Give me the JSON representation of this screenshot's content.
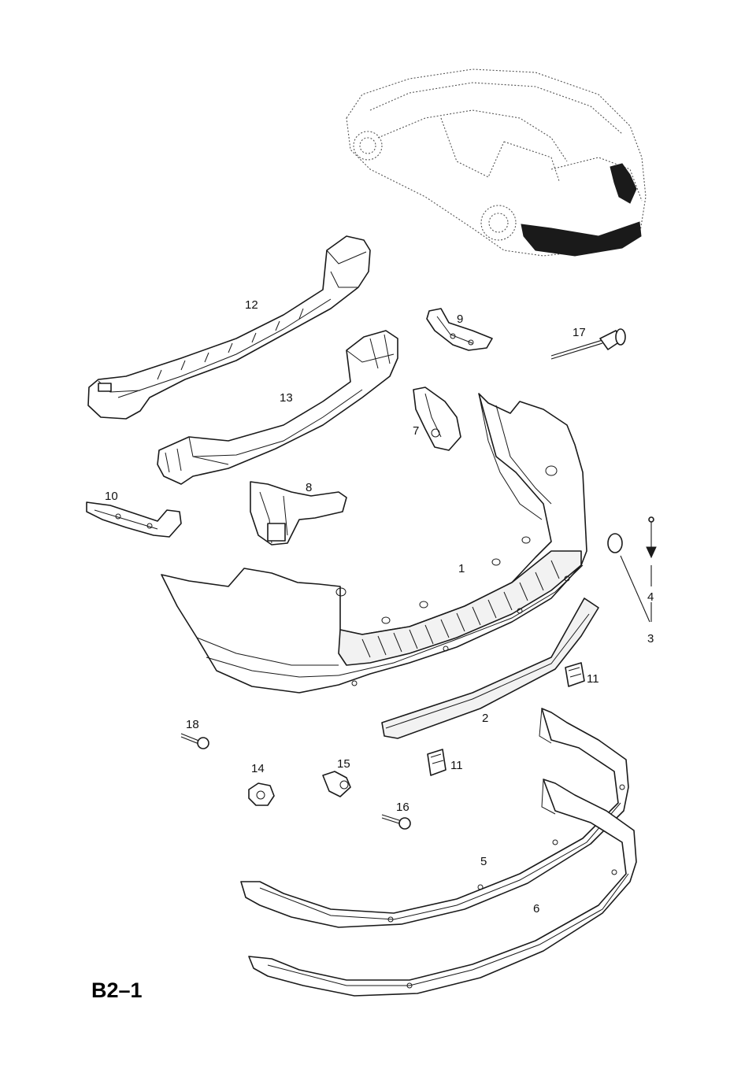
{
  "page_code": "B2–1",
  "callouts": {
    "c1": "1",
    "c2": "2",
    "c3": "3",
    "c4": "4",
    "c5": "5",
    "c6": "6",
    "c7": "7",
    "c8": "8",
    "c9": "9",
    "c10": "10",
    "c11a": "11",
    "c11b": "11",
    "c12": "12",
    "c13": "13",
    "c14": "14",
    "c15": "15",
    "c16": "16",
    "c17": "17",
    "c18": "18"
  }
}
